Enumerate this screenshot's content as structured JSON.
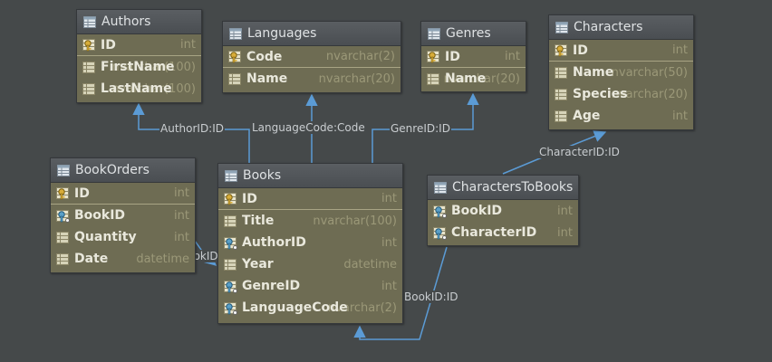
{
  "tables": {
    "authors": {
      "title": "Authors",
      "columns": [
        {
          "name": "ID",
          "type": "int",
          "kind": "pk"
        },
        {
          "name": "FirstName",
          "type": "nvarchar(100)",
          "kind": "col"
        },
        {
          "name": "LastName",
          "type": "nvarchar(100)",
          "kind": "col"
        }
      ]
    },
    "languages": {
      "title": "Languages",
      "columns": [
        {
          "name": "Code",
          "type": "nvarchar(2)",
          "kind": "pk"
        },
        {
          "name": "Name",
          "type": "nvarchar(20)",
          "kind": "col"
        }
      ]
    },
    "genres": {
      "title": "Genres",
      "columns": [
        {
          "name": "ID",
          "type": "int",
          "kind": "pk"
        },
        {
          "name": "Name",
          "type": "nvarchar(20)",
          "kind": "col"
        }
      ]
    },
    "characters": {
      "title": "Characters",
      "columns": [
        {
          "name": "ID",
          "type": "int",
          "kind": "pk"
        },
        {
          "name": "Name",
          "type": "nvarchar(50)",
          "kind": "col"
        },
        {
          "name": "Species",
          "type": "nvarchar(20)",
          "kind": "col"
        },
        {
          "name": "Age",
          "type": "int",
          "kind": "col"
        }
      ]
    },
    "bookorders": {
      "title": "BookOrders",
      "columns": [
        {
          "name": "ID",
          "type": "int",
          "kind": "pk"
        },
        {
          "name": "BookID",
          "type": "int",
          "kind": "fk"
        },
        {
          "name": "Quantity",
          "type": "int",
          "kind": "col"
        },
        {
          "name": "Date",
          "type": "datetime",
          "kind": "col"
        }
      ]
    },
    "books": {
      "title": "Books",
      "columns": [
        {
          "name": "ID",
          "type": "int",
          "kind": "pk"
        },
        {
          "name": "Title",
          "type": "nvarchar(100)",
          "kind": "col"
        },
        {
          "name": "AuthorID",
          "type": "int",
          "kind": "fk"
        },
        {
          "name": "Year",
          "type": "datetime",
          "kind": "col"
        },
        {
          "name": "GenreID",
          "type": "int",
          "kind": "fk"
        },
        {
          "name": "LanguageCode",
          "type": "nvarchar(2)",
          "kind": "fk"
        }
      ]
    },
    "characterstobooks": {
      "title": "CharactersToBooks",
      "columns": [
        {
          "name": "BookID",
          "type": "int",
          "kind": "fk"
        },
        {
          "name": "CharacterID",
          "type": "int",
          "kind": "fk"
        }
      ]
    }
  },
  "relations": {
    "author": "AuthorID:ID",
    "language": "LanguageCode:Code",
    "genre": "GenreID:ID",
    "character": "CharacterID:ID",
    "bookorder": "BookID:ID",
    "ctb_book": "BookID:ID"
  },
  "colors": {
    "background": "#45494a",
    "table_body": "#6e6c53",
    "link": "#5b9bd5",
    "key_gold": "#c9a53a",
    "key_blue": "#5aa0c8"
  }
}
